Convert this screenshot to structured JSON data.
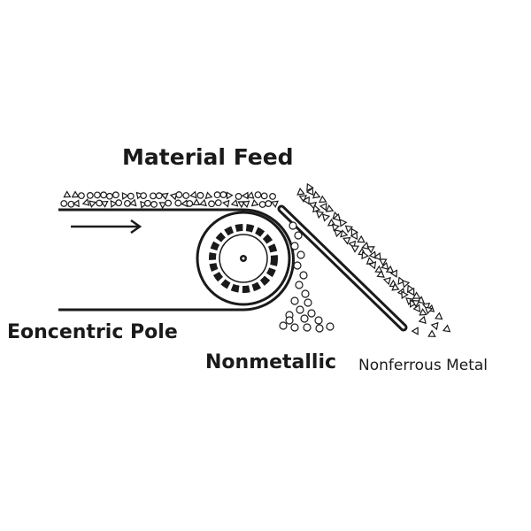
{
  "labels": {
    "material_feed": "Material Feed",
    "eccentric_pole": "Eoncentric Pole",
    "nonmetallic": "Nonmetallic",
    "nonferrous_metal": "Nonferrous Metal"
  },
  "colors": {
    "ink": "#1a1a1a",
    "background": "#ffffff"
  }
}
